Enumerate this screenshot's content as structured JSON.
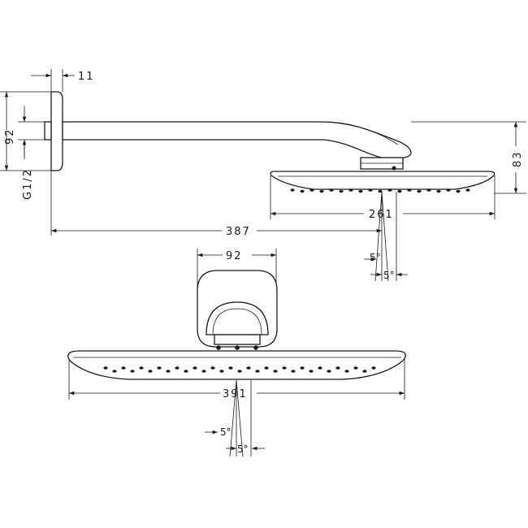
{
  "side_view": {
    "dims": {
      "flange_thickness": "11",
      "flange_height": "92",
      "thread": "G1/2",
      "height": "83",
      "head_width": "261",
      "projection": "387",
      "angle_left": "5°",
      "angle_right": "5°"
    }
  },
  "front_view": {
    "dims": {
      "flange_width": "92",
      "head_width": "391",
      "angle_left": "5°",
      "angle_right": "5°"
    }
  }
}
